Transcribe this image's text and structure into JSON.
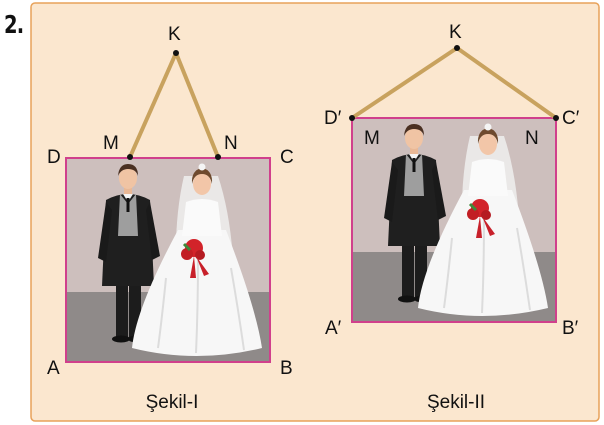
{
  "problem_number": "2.",
  "colors": {
    "panel_bg": "#fbe7cf",
    "panel_border": "#e8a25a",
    "frame_border": "#d0408c",
    "rope": "#c8a25e",
    "photo_wall": "#cdbfbd",
    "photo_floor": "#8f8a89"
  },
  "figure_1": {
    "apex": "K",
    "corners": {
      "top_left": "D",
      "top_right": "C",
      "bottom_left": "A",
      "bottom_right": "B"
    },
    "attach_left": "M",
    "attach_right": "N",
    "caption": "Şekil-I"
  },
  "figure_2": {
    "apex": "K",
    "corners": {
      "top_left": "D′",
      "top_right": "C′",
      "bottom_left": "A′",
      "bottom_right": "B′"
    },
    "attach_left": "M",
    "attach_right": "N",
    "caption": "Şekil-II"
  }
}
